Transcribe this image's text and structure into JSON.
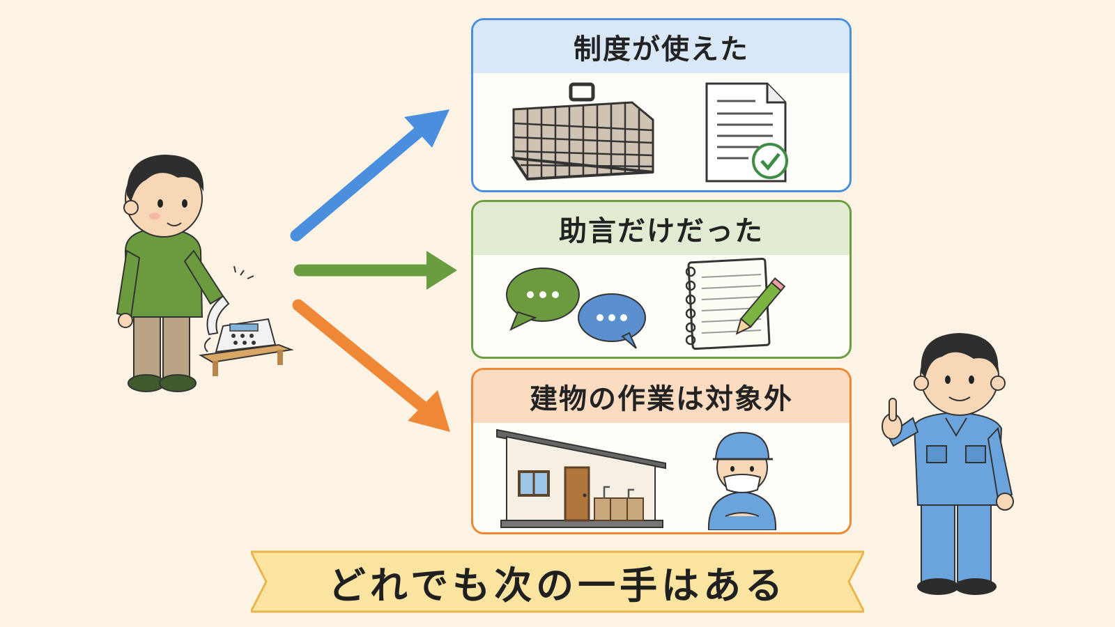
{
  "cards": [
    {
      "title": "制度が使えた",
      "border": "#4a8fde",
      "header_bg": "#d9e8f8"
    },
    {
      "title": "助言だけだった",
      "border": "#6a9d3f",
      "header_bg": "#e2ecd2"
    },
    {
      "title": "建物の作業は対象外",
      "border": "#ee8836",
      "header_bg": "#fbdcc0"
    }
  ],
  "banner": {
    "text": "どれでも次の一手はある",
    "bg": "#fbe3a0",
    "border": "#e8b64a"
  },
  "arrows": [
    {
      "target": "card-0",
      "color": "#4a8fde"
    },
    {
      "target": "card-1",
      "color": "#6a9d3f"
    },
    {
      "target": "card-2",
      "color": "#ee8836"
    }
  ],
  "icons": [
    "caller-person-icon",
    "telephone-icon",
    "cage-trap-icon",
    "approved-document-icon",
    "speech-bubble-icon",
    "notebook-pencil-icon",
    "house-icon",
    "masked-worker-icon",
    "advisor-person-icon"
  ]
}
